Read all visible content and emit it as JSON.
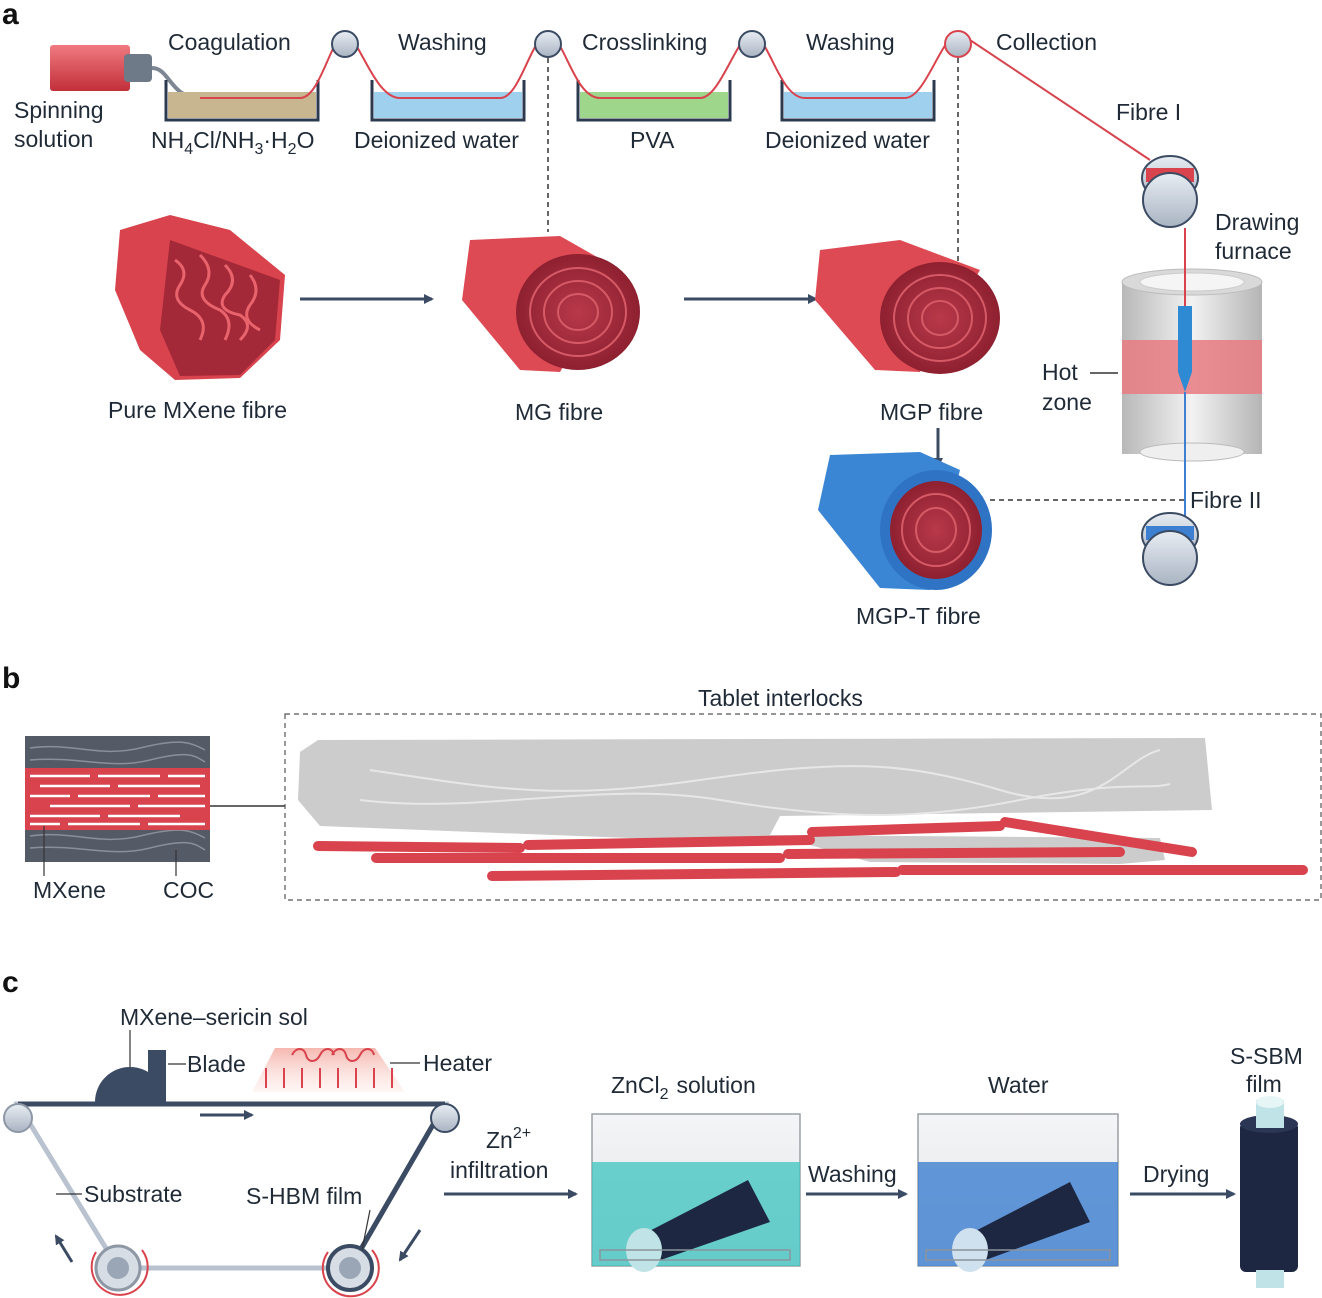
{
  "panel_a": {
    "letter": "a",
    "spinning_solution": [
      "Spinning",
      "solution"
    ],
    "steps": [
      "Coagulation",
      "Washing",
      "Crosslinking",
      "Washing",
      "Collection"
    ],
    "bath1": {
      "base": "NH",
      "s1": "4",
      "mid": "Cl/NH",
      "s2": "3",
      "dot": "·H",
      "s3": "2",
      "end": "O"
    },
    "bath2": "Deionized water",
    "bath3": "PVA",
    "bath4": "Deionized water",
    "fibre_i": "Fibre I",
    "drawing_furnace": [
      "Drawing",
      "furnace"
    ],
    "hot_zone": [
      "Hot",
      "zone"
    ],
    "fibre_ii": "Fibre II",
    "fibres": [
      "Pure MXene fibre",
      "MG fibre",
      "MGP fibre",
      "MGP-T fibre"
    ]
  },
  "panel_b": {
    "letter": "b",
    "title": "Tablet interlocks",
    "mxene": "MXene",
    "coc": "COC"
  },
  "panel_c": {
    "letter": "c",
    "sol": "MXene–sericin sol",
    "blade": "Blade",
    "heater": "Heater",
    "substrate": "Substrate",
    "shbm": "S-HBM film",
    "zn_base": "Zn",
    "zn_sup": "2+",
    "infiltration": "infiltration",
    "zncl_base": "ZnCl",
    "zncl_sub": "2",
    "zncl_rest": "solution",
    "water": "Water",
    "washing": "Washing",
    "drying": "Drying",
    "ssbm": [
      "S-SBM",
      "film"
    ]
  },
  "colors": {
    "red": "#d9434d",
    "blue": "#3d7fd1",
    "navy": "#3b4b63",
    "grey": "#c9c9c9",
    "teal": "#3cc4c0"
  }
}
